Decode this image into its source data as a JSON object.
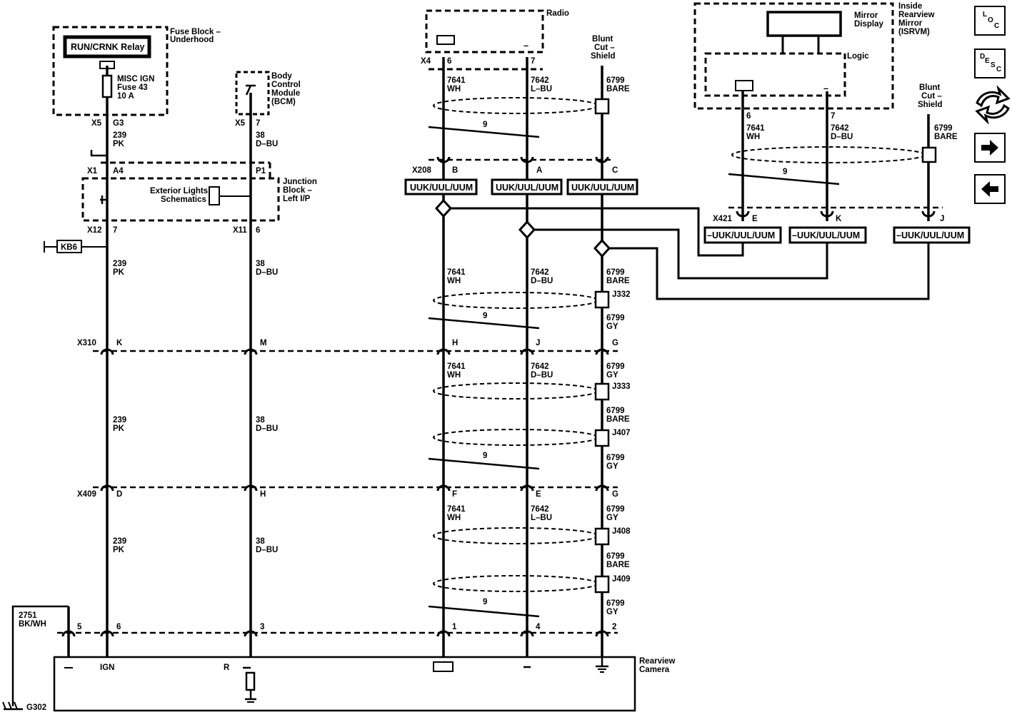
{
  "labels": {
    "fuse_block": [
      "Fuse Block –",
      "Underhood"
    ],
    "relay": "RUN/CRNK Relay",
    "fuse": [
      "MISC IGN",
      "Fuse 43",
      "10 A"
    ],
    "bcm": [
      "Body",
      "Control",
      "Module",
      "(BCM)"
    ],
    "radio": "Radio",
    "blunt_cut_1": [
      "Blunt",
      "Cut –",
      "Shield"
    ],
    "blunt_cut_2": [
      "Blunt",
      "Cut –",
      "Shield"
    ],
    "mirror_display": [
      "Mirror",
      "Display"
    ],
    "logic": "Logic",
    "isrvm": [
      "Inside",
      "Rearview",
      "Mirror",
      "(ISRVM)"
    ],
    "junction_block": [
      "Junction",
      "Block –",
      "Left I/P"
    ],
    "exterior_lights": [
      "Exterior Lights",
      "Schematics"
    ],
    "kb6": "KB6",
    "rearview_camera": [
      "Rearview",
      "Camera"
    ],
    "ground": "G302",
    "ign": "IGN",
    "r": "R",
    "dash": "–"
  },
  "connectors": {
    "x5": "X5",
    "x4": "X4",
    "x1": "X1",
    "x12": "X12",
    "x11": "X11",
    "x208": "X208",
    "x421": "X421",
    "x310": "X310",
    "x409": "X409"
  },
  "pins": {
    "g3": "G3",
    "x5_7": "7",
    "a4": "A4",
    "p1": "P1",
    "x12_7": "7",
    "x11_6": "6",
    "radio_6": "6",
    "radio_7": "7",
    "x208_b": "B",
    "x208_a": "A",
    "x208_c": "C",
    "isrvm_6": "6",
    "isrvm_7": "7",
    "x421_e": "E",
    "x421_k": "K",
    "x421_j": "J",
    "x310_k": "K",
    "x310_m": "M",
    "x310_h": "H",
    "x310_j": "J",
    "x310_g": "G",
    "x409_d": "D",
    "x409_h": "H",
    "x409_f": "F",
    "x409_e": "E",
    "x409_g": "G",
    "cam_5": "5",
    "cam_6": "6",
    "cam_3": "3",
    "cam_1": "1",
    "cam_4": "4",
    "cam_2": "2"
  },
  "options": {
    "uuk": "UUK/UUL/UUM",
    "neg_uuk": "–UUK/UUL/UUM"
  },
  "wires": {
    "w239": [
      "239",
      "PK"
    ],
    "w38": [
      "38",
      "D–BU"
    ],
    "w7641": [
      "7641",
      "WH"
    ],
    "w7642_lbu": [
      "7642",
      "L–BU"
    ],
    "w7642_dbu": [
      "7642",
      "D–BU"
    ],
    "w6799_bare": [
      "6799",
      "BARE"
    ],
    "w6799_gy": [
      "6799",
      "GY"
    ],
    "w2751": [
      "2751",
      "BK/WH"
    ],
    "twist": "9"
  },
  "splices": {
    "j332": "J332",
    "j333": "J333",
    "j407": "J407",
    "j408": "J408",
    "j409": "J409"
  },
  "nav": {
    "loc": [
      "L",
      "O",
      "C"
    ],
    "desc": [
      "D",
      "E",
      "S",
      "C"
    ],
    "forward_arrow": "➔",
    "back_arrow": "🡄"
  }
}
